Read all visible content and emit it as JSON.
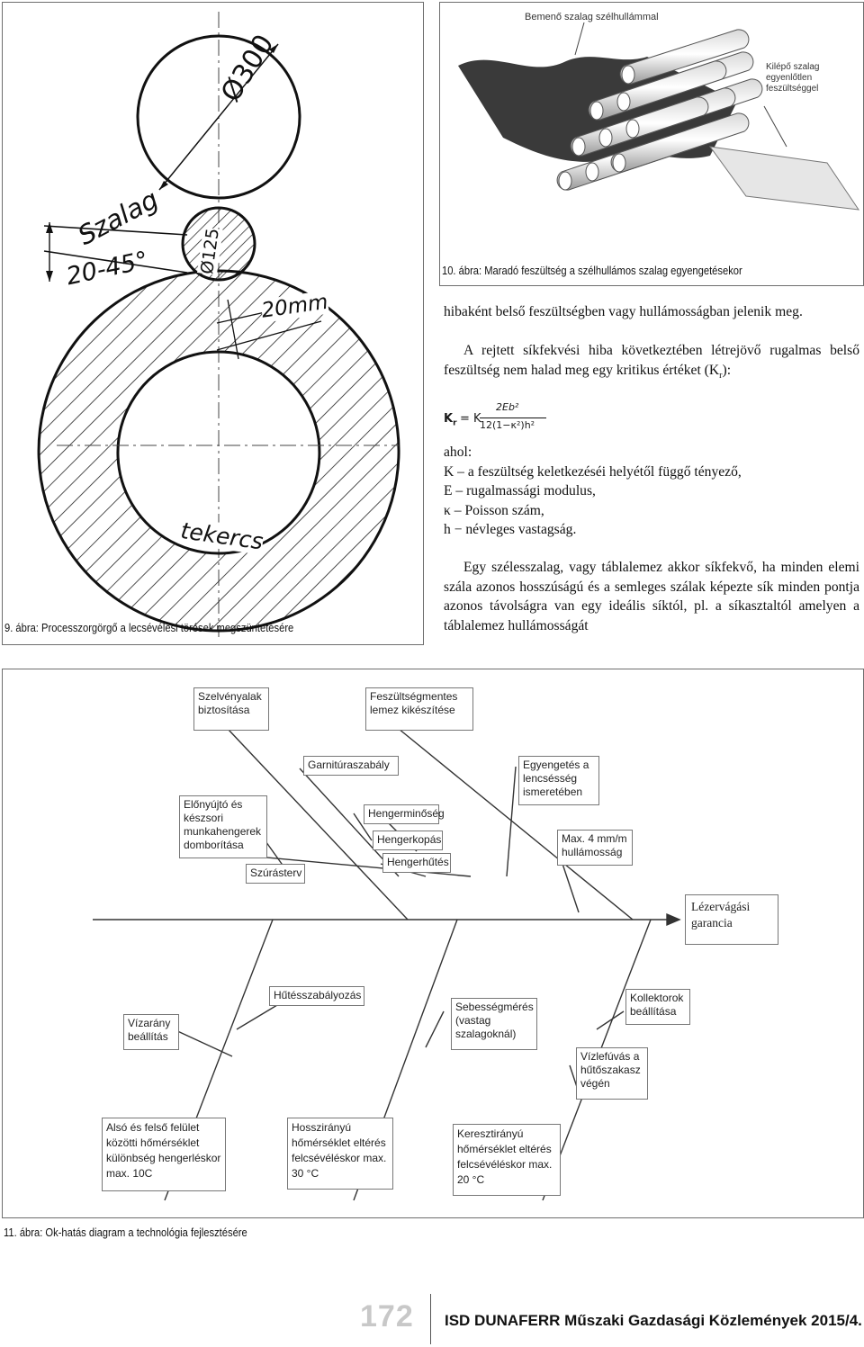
{
  "figure9": {
    "caption": "9. ábra: Processzorgörgő a lecsévélési törések megszüntetésére",
    "labels": {
      "diameter_large": "Ø300",
      "diameter_small": "Ø125",
      "strip_label": "Szalag",
      "strip_range": "20-45°",
      "gap": "20mm",
      "coil": "tekercs"
    }
  },
  "figure10": {
    "caption": "10. ábra: Maradó feszültség a szélhullámos szalag egyengetésekor",
    "labels": {
      "incoming": "Bemenő szalag szélhullámmal",
      "outgoing": "Kilépő szalag\negyenlőtlen\nfeszültséggel"
    }
  },
  "text": {
    "p1": "hibaként belső feszültségben vagy hullámosságban jelenik meg.",
    "p2": "A rejtett síkfekvési hiba következtében létrejövő rugalmas belső feszültség nem halad meg egy kritikus értéket (K",
    "p2_sub": "r",
    "p2_end": "):",
    "formula": {
      "lhs": "K",
      "lhs_sub": "r",
      "eq": " = K",
      "numerator": "2Eb²",
      "denominator": "12(1−κ²)h²"
    },
    "where": "ahol:",
    "defs": [
      "K – a feszültség keletkezéséi helyétől függő tényező,",
      "E – rugalmassági modulus,",
      "κ – Poisson szám,",
      "h − névleges vastagság."
    ],
    "p3": "Egy szélesszalag, vagy táblalemez akkor síkfekvő, ha minden elemi szála azonos hosszúságú és a semleges szálak képezte sík minden pontja azonos távolságra van egy ideális síktól, pl. a síkasztaltól amelyen a táblalemez hullámosságát"
  },
  "figure11": {
    "caption": "11. ábra: Ok-hatás diagram a technológia fejlesztésére",
    "effect": "Lézervágási\ngarancia",
    "boxes": [
      "Szelvényalak\nbiztosítása",
      "Feszültségmentes\nlemez kikészítése",
      "Garnitúraszabály",
      "Egyengetés a\nlencsésség\nismeretében",
      "Előnyújtó és\nkészsori\nmunkahengerek\ndomborítása",
      "Hengerminőség",
      "Hengerkopás",
      "Hengerhűtés",
      "Max. 4 mm/m\nhullámosság",
      "Szúrásterv",
      "Hűtésszabályozás",
      "Sebességmérés\n(vastag\nszalagoknál)",
      "Kollektorok\nbeállítása",
      "Vízarány\nbeállítás",
      "Vízlefúvás a\nhűtőszakasz\nvégén",
      "Alsó és felső felület\nközötti hőmérséklet\nkülönbség hengerléskor\nmax. 10C",
      "Hosszirányú\nhőmérséklet eltérés\nfelcsévéléskor max.\n30 °C",
      "Keresztirányú\nhőmérséklet  eltérés\nfelcsévéléskor max.\n20 °C"
    ]
  },
  "footer": {
    "page_number": "172",
    "journal": "ISD DUNAFERR Műszaki Gazdasági Közlemények 2015/4."
  }
}
